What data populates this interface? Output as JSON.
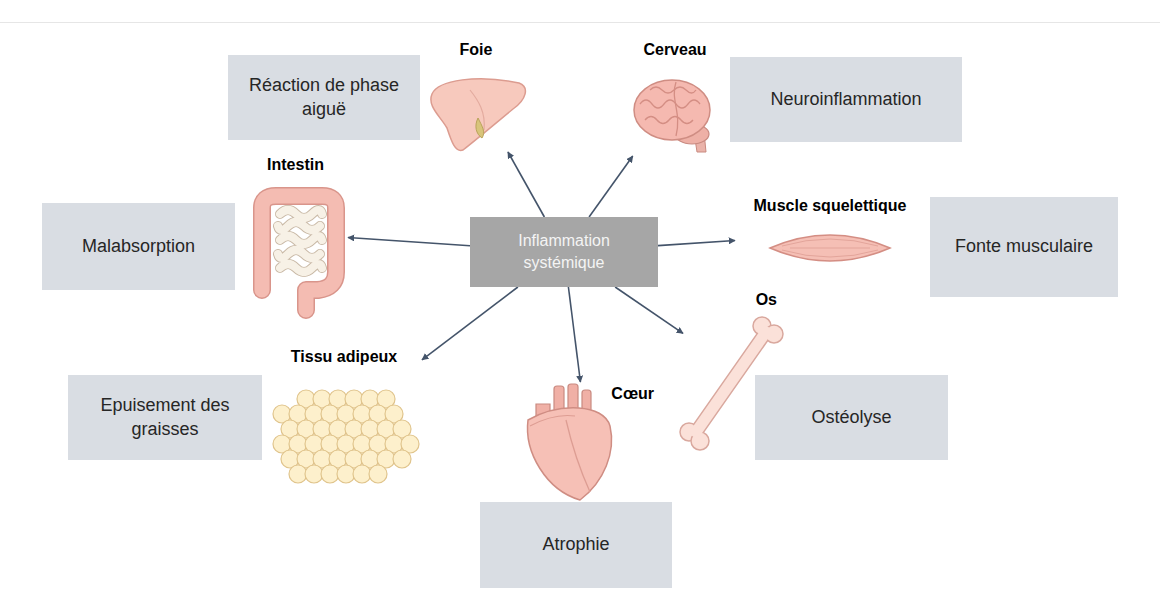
{
  "diagram": {
    "nodes": [
      {
        "text": [
          "Inflammation systémique"
        ]
      },
      {
        "text": [
          "Réaction de phase aiguë"
        ]
      },
      {
        "text": [
          "Foie"
        ]
      },
      {
        "text": [
          "Cerveau"
        ]
      },
      {
        "text": [
          "Neuroinflammation"
        ]
      },
      {
        "text": [
          "Malabsorption"
        ]
      },
      {
        "text": [
          "Intestin"
        ]
      },
      {
        "text": [
          "Muscle squelettique"
        ]
      },
      {
        "text": [
          "Fonte musculaire"
        ]
      },
      {
        "text": [
          "Os"
        ]
      },
      {
        "text": [
          "Tissu adipeux"
        ]
      },
      {
        "text": [
          "Epuisement des graisses"
        ]
      },
      {
        "text": [
          "Cœur"
        ]
      },
      {
        "text": [
          "Ostéolyse"
        ]
      },
      {
        "text": [
          "Atrophie"
        ]
      }
    ],
    "edges": [
      {
        "from": 0,
        "to": 2,
        "arrow": "to"
      },
      {
        "from": 0,
        "to": 3,
        "arrow": "to"
      },
      {
        "from": 0,
        "to": 6,
        "arrow": "to"
      },
      {
        "from": 0,
        "to": 7,
        "arrow": "to"
      },
      {
        "from": 0,
        "to": 9,
        "arrow": "to"
      },
      {
        "from": 0,
        "to": 10,
        "arrow": "to"
      },
      {
        "from": 0,
        "to": 12,
        "arrow": "to"
      }
    ]
  }
}
